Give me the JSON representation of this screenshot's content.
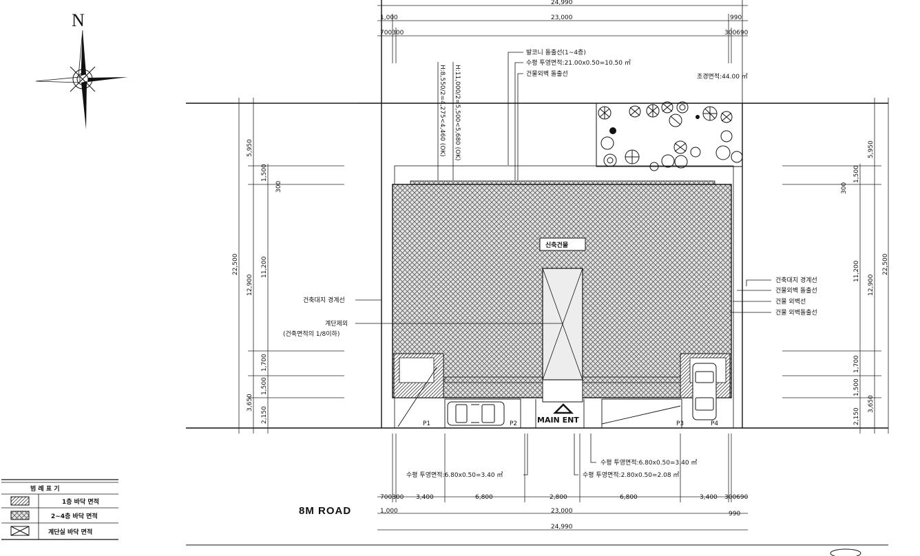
{
  "compass": {
    "north_label": "N"
  },
  "dimensions": {
    "top_overall": "24,990",
    "top_main": "23,000",
    "top_left": "1,000",
    "top_right": "990",
    "top_left_small": "700300",
    "top_right_small": "300690",
    "bottom_segments": [
      "3,400",
      "6,800",
      "2,800",
      "6,800",
      "3,400"
    ],
    "bottom_left_small": "700300",
    "bottom_right_small": "300690",
    "bottom_left": "1,000",
    "bottom_right": "990",
    "bottom_main": "23,000",
    "bottom_overall": "24,990",
    "left_overall": "22,500",
    "left_building": "12,900",
    "left_stack": [
      "5,950",
      "1,500",
      "300",
      "11,200",
      "1,700",
      "1,500",
      "2,150",
      "3,650"
    ],
    "right_overall": "22,500",
    "right_building": "12,900",
    "right_stack": [
      "5,950",
      "1,500",
      "300",
      "11,200",
      "1,700",
      "1,500",
      "2,150",
      "3,650"
    ]
  },
  "height_notes": {
    "h1": "H:8,550/2=4,275<4,460 (OK)",
    "h2": "H:11,000/2=5,500<5,680 (OK)"
  },
  "annotations": {
    "balcony_line": "발코니 돌출선(1~4층)",
    "horizontal_projection_top": "수평 투영면적:21.00x0.50=10.50 ㎡",
    "building_outer_line_top": "건물외벽 돌출선",
    "landscape_area": "조경면적:44.00 ㎡",
    "new_building": "신축건물",
    "site_boundary_left": "건축대지 경계선",
    "stair_area": "계단제외",
    "stair_area_note": "(건축면적의 1/8이하)",
    "site_boundary_right": "건축대지 경계선",
    "building_outer_line_right": "건물외벽 돌출선",
    "building_wall_line": "건물 외벽선",
    "building_wall_projection": "건물 외벽돌출선",
    "projection_right": "수평 투영면적:6.80x0.50=3.40 ㎡",
    "projection_center": "수평 투영면적:2.80x0.50=2.08 ㎡",
    "projection_left": "수평 투영면적:6.80x0.50=3.40 ㎡",
    "main_entrance": "MAIN ENT",
    "road": "8M ROAD"
  },
  "parking": [
    "P1",
    "P2",
    "P3",
    "P4"
  ],
  "legend": {
    "title": "범 례 표 기",
    "items": [
      {
        "label": "1층 바닥 면적",
        "pattern": "diag-hatch"
      },
      {
        "label": "2~4층 바닥 면적",
        "pattern": "cross-hatch"
      },
      {
        "label": "계단실 바닥 면적",
        "pattern": "x-box"
      }
    ]
  }
}
